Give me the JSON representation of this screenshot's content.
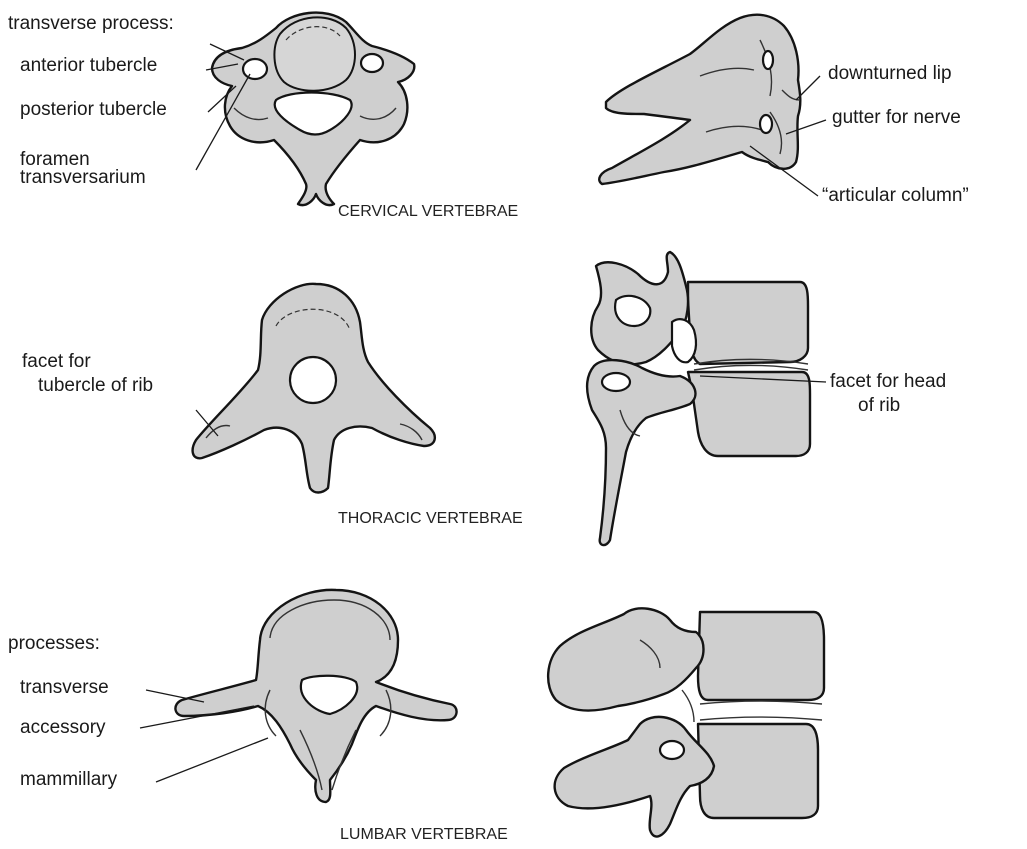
{
  "cervical": {
    "section_title": "CERVICAL VERTEBRAE",
    "label_group": "transverse process:",
    "label_anterior": "anterior tubercle",
    "label_posterior": "posterior tubercle",
    "label_foramen_line1": "foramen",
    "label_foramen_line2": "transversarium",
    "label_downturned": "downturned lip",
    "label_gutter": "gutter for nerve",
    "label_articular": "“articular column”"
  },
  "thoracic": {
    "section_title": "THORACIC VERTEBRAE",
    "label_tubercle_line1": "facet for",
    "label_tubercle_line2": "tubercle of rib",
    "label_head_line1": "facet for head",
    "label_head_line2": "of rib"
  },
  "lumbar": {
    "section_title": "LUMBAR VERTEBRAE",
    "label_group": "processes:",
    "label_transverse": "transverse",
    "label_accessory": "accessory",
    "label_mammillary": "mammillary"
  },
  "colors": {
    "bone_fill": "#cfcfcf",
    "outline": "#141414",
    "background": "#ffffff"
  }
}
